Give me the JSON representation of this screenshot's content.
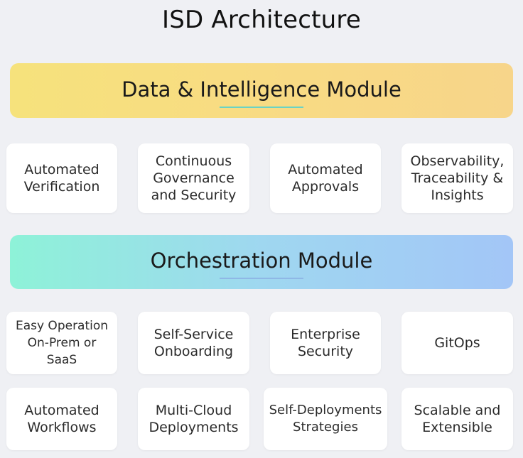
{
  "title": "ISD Architecture",
  "banners": {
    "data_intelligence": "Data & Intelligence Module",
    "orchestration": "Orchestration Module"
  },
  "row1": [
    "Automated\nVerification",
    "Continuous\nGovernance\nand Security",
    "Automated\nApprovals",
    "Observability,\nTraceability &\nInsights"
  ],
  "row2": [
    "Easy Operation\nOn-Prem or SaaS",
    "Self-Service\nOnboarding",
    "Enterprise\nSecurity",
    "GitOps"
  ],
  "row3": [
    "Automated\nWorkflows",
    "Multi-Cloud\nDeployments",
    "Self-Deployments\nStrategies",
    "Scalable and\nExtensible"
  ],
  "colors": {
    "background": "#eff0f4",
    "data_banner": "#f7dc80",
    "orchestration_banner": "#9fd7f0",
    "card": "#ffffff"
  }
}
